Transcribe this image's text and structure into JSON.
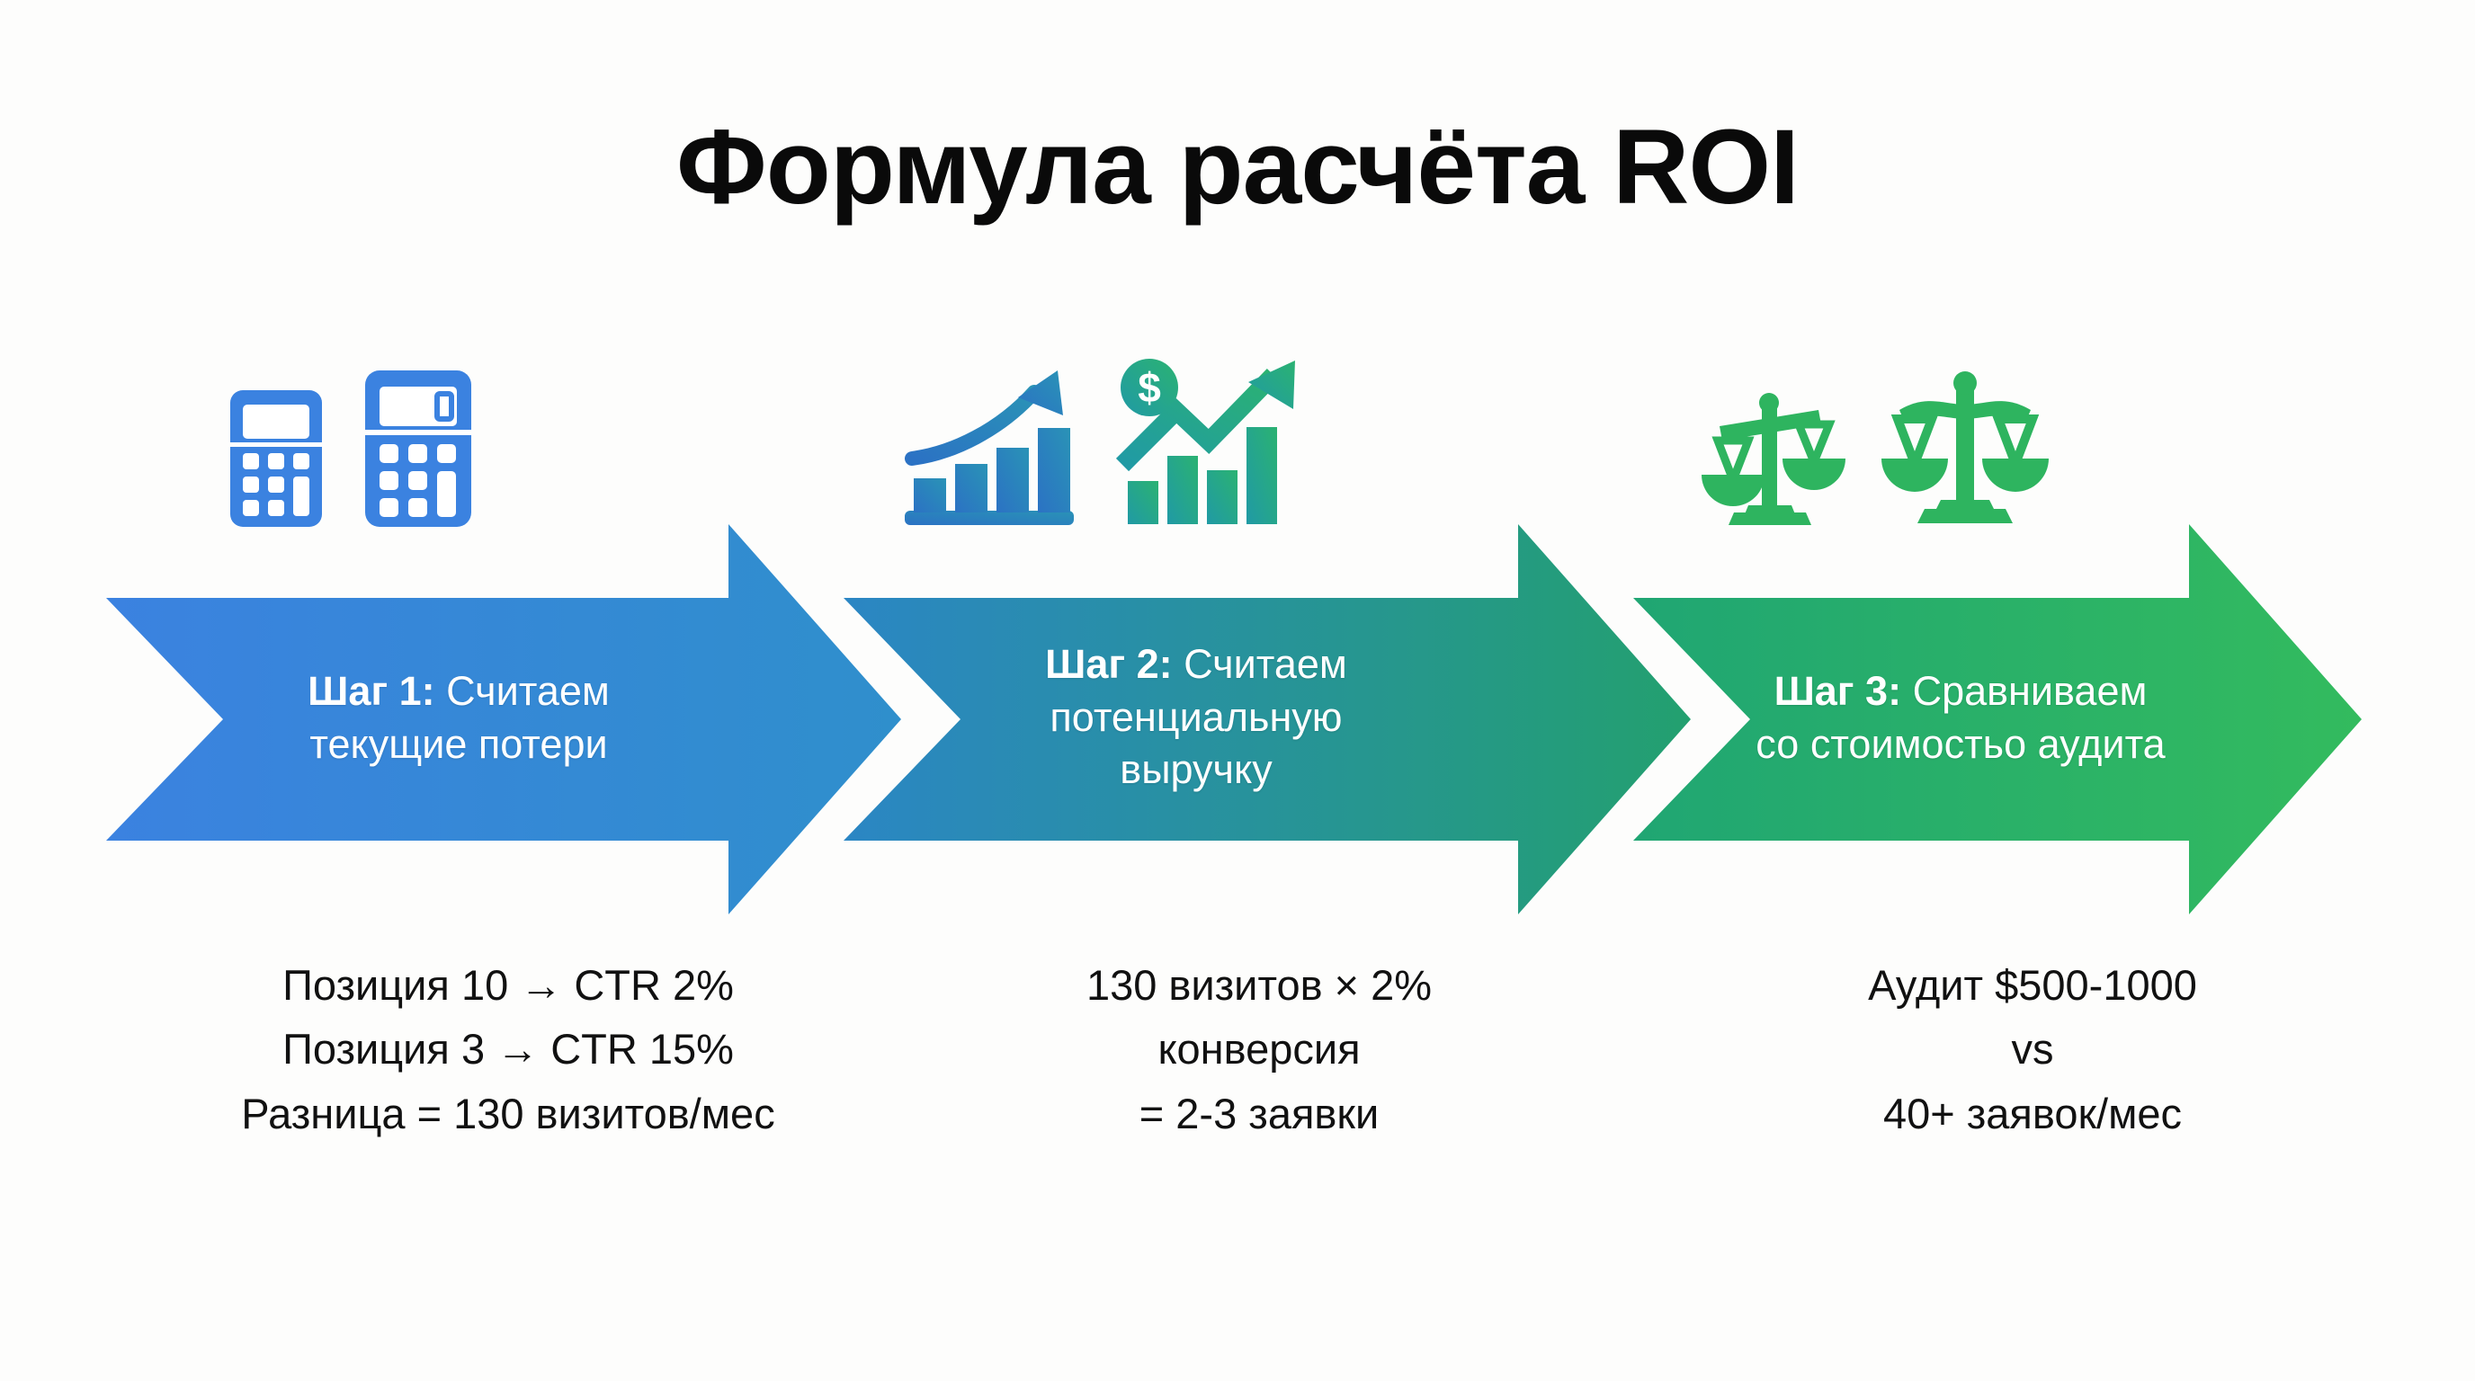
{
  "title": "Формула расчёта ROI",
  "theme": {
    "background": "#fdfdfc",
    "title_color": "#0a0a0a",
    "caption_color": "#111111",
    "arrow_text_color": "#ffffff",
    "blue": "#3b82e0",
    "teal": "#2a8fb8",
    "teal_green": "#23a06f",
    "green": "#33bb5e"
  },
  "icon_groups": [
    {
      "name": "calculators",
      "color": "#3b82e0",
      "icons": [
        "calculator-icon",
        "calculator-icon"
      ]
    },
    {
      "name": "growth-charts",
      "color_start": "#2a7fc4",
      "color_end": "#27a17a",
      "icons": [
        "bar-chart-rising-arrow-icon",
        "dollar-bar-chart-arrow-icon"
      ]
    },
    {
      "name": "balance-scales",
      "color": "#2eb45f",
      "icons": [
        "balance-scale-tilted-icon",
        "balance-scale-icon"
      ]
    }
  ],
  "steps": [
    {
      "id": "step-1",
      "label_bold": "Шаг 1:",
      "label_rest": " Считаем",
      "line2": "текущие потери",
      "gradient_from": "#3b82e0",
      "gradient_to": "#2f8fcc"
    },
    {
      "id": "step-2",
      "label_bold": "Шаг 2:",
      "label_rest": " Считаем",
      "line2": "потенциальную",
      "line3": "выручку",
      "gradient_from": "#2b86c4",
      "gradient_to": "#23a06f"
    },
    {
      "id": "step-3",
      "label_bold": "Шаг 3:",
      "label_rest": " Сравниваем",
      "line2": "со стоимостьо аудита",
      "gradient_from": "#20a673",
      "gradient_to": "#33bb5e"
    }
  ],
  "captions": [
    {
      "id": "caption-1",
      "lines": [
        "Позиция 10 → CTR 2%",
        "Позиция 3 → CTR 15%",
        "Разница = 130 визитов/мес"
      ]
    },
    {
      "id": "caption-2",
      "lines": [
        "130 визитов × 2%",
        "конверсия",
        "= 2-3 заявки"
      ]
    },
    {
      "id": "caption-3",
      "lines": [
        "Аудит $500-1000",
        "vs",
        "40+ заявок/мес"
      ]
    }
  ]
}
